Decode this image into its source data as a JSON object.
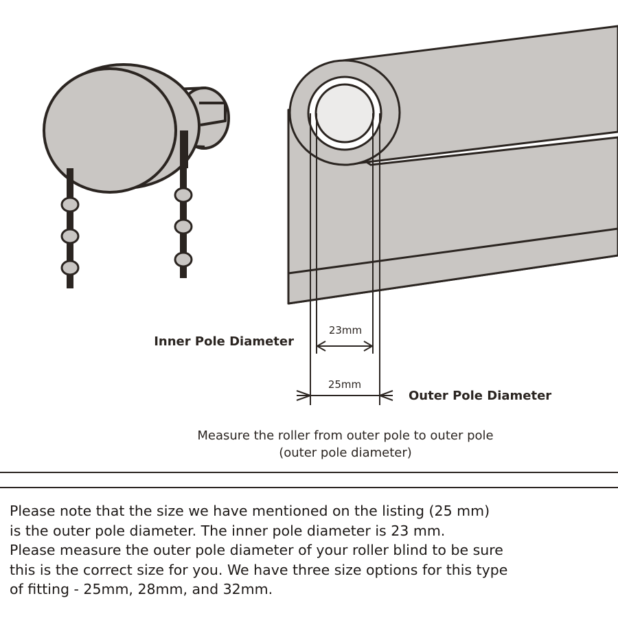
{
  "labels": {
    "inner_pole": "Inner Pole Diameter",
    "outer_pole": "Outer Pole Diameter",
    "inner_dim": "23mm",
    "outer_dim": "25mm"
  },
  "caption": {
    "line1": "Measure the roller from outer pole to outer pole",
    "line2": "(outer pole diameter)"
  },
  "note": {
    "lines": [
      "Please note that the size we have mentioned on the listing (25 mm)",
      "is the outer pole diameter. The inner pole diameter is 23 mm.",
      "Please measure the outer pole diameter of your roller blind to be sure",
      "this is the correct size for you. We have three size options for this type",
      "of fitting - 25mm, 28mm, and 32mm."
    ]
  },
  "colors": {
    "fabric": "#c9c6c3",
    "outline": "#2b2521",
    "inner_core": "#ecebea"
  }
}
